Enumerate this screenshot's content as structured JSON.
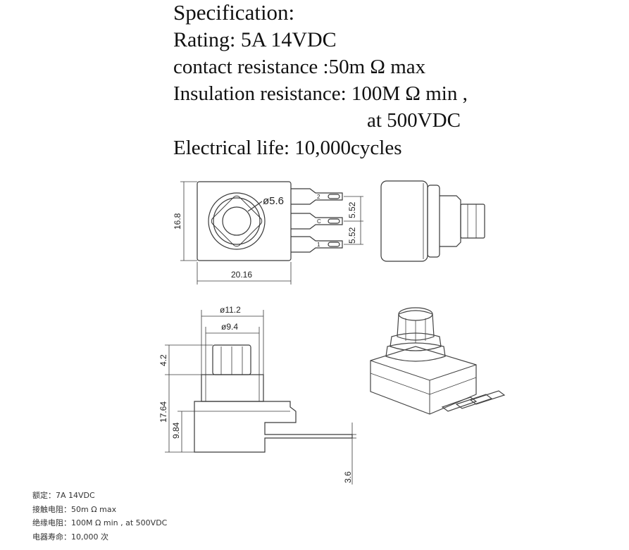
{
  "spec": {
    "title": "Specification:",
    "rating": "Rating: 5A 14VDC",
    "contact_resistance": "contact resistance :50m Ω  max",
    "insulation_resistance": "Insulation resistance: 100M Ω  min ,",
    "insulation_voltage": "at 500VDC",
    "electrical_life": "Electrical life: 10,000cycles"
  },
  "dimensions": {
    "hole_diameter": "ø5.6",
    "height": "16.8",
    "width": "20.16",
    "pin_pitch_a": "5.52",
    "pin_pitch_b": "5.52",
    "pin_labels": [
      "2",
      "C",
      "1"
    ],
    "outer_diameter": "ø11.2",
    "inner_diameter": "ø9.4",
    "cap_height": "4.2",
    "body_height": "17.64",
    "base_height": "9.84",
    "pin_length": "3.6"
  },
  "notes": [
    {
      "label": "额定：",
      "value": "7A 14VDC"
    },
    {
      "label": "接触电阻：",
      "value": "50m Ω max"
    },
    {
      "label": "绝缘电阻：",
      "value": "100M Ω min , at 500VDC"
    },
    {
      "label": "电器寿命：",
      "value": "10,000 次"
    }
  ]
}
